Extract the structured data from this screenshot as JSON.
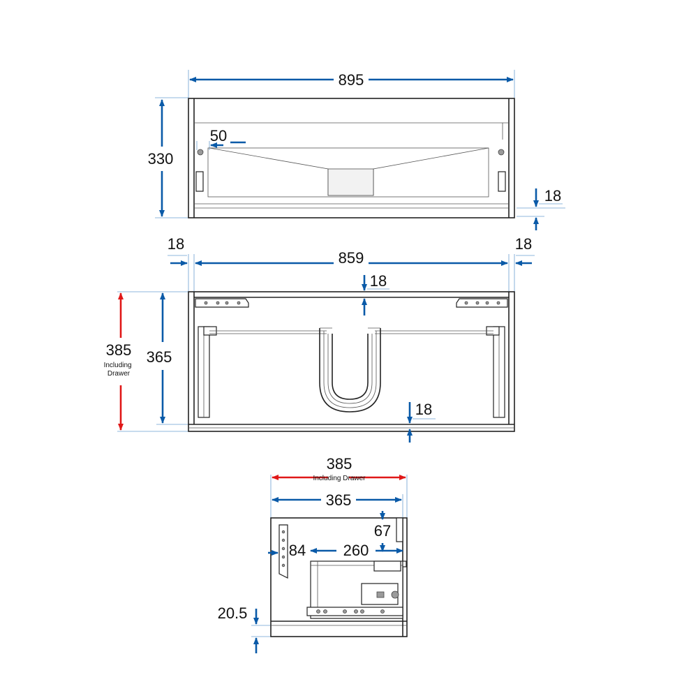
{
  "colors": {
    "dimension_blue": "#0a5aa8",
    "dimension_red": "#e01818",
    "extension_line": "#6a9fd0",
    "outline": "#222222"
  },
  "front_view": {
    "width": "895",
    "height": "330",
    "offset": "50",
    "bottom_panel": "18"
  },
  "top_view": {
    "left_side": "18",
    "inner_width": "859",
    "right_side": "18",
    "back_panel": "18",
    "front_panel": "18",
    "depth_total": "385",
    "depth_total_note": "Including\nDrawer",
    "depth": "365"
  },
  "side_view": {
    "depth_total": "385",
    "depth_total_note": "Including Drawer",
    "depth": "365",
    "top_gap": "67",
    "bracket_height": "84",
    "drawer_depth": "260",
    "base": "20.5"
  }
}
